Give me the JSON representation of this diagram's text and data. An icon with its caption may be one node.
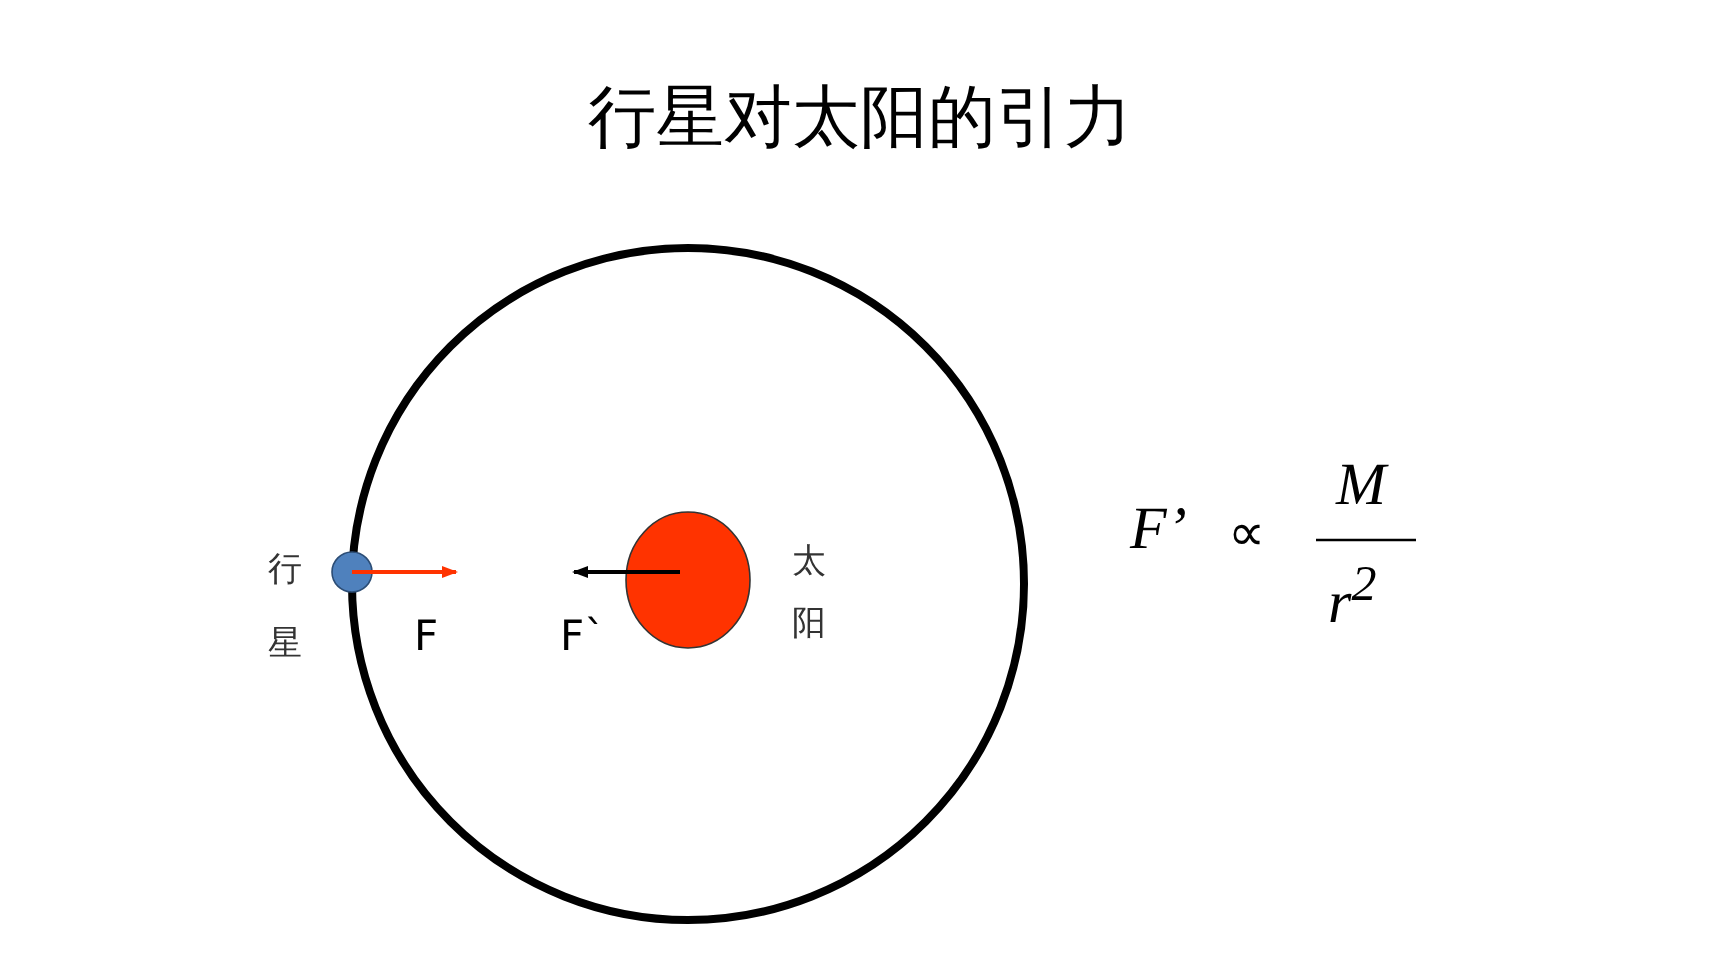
{
  "diagram": {
    "title": "行星对太阳的引力",
    "nodes": [
      {
        "text": [],
        "shape": "circle",
        "beside": [
          "行星"
        ]
      },
      {
        "text": [],
        "shape": "circle",
        "beside": [
          "太阳"
        ]
      }
    ],
    "labels": [
      "F",
      "F`",
      "F’",
      "∝",
      "M",
      "r$^{2}$"
    ]
  }
}
